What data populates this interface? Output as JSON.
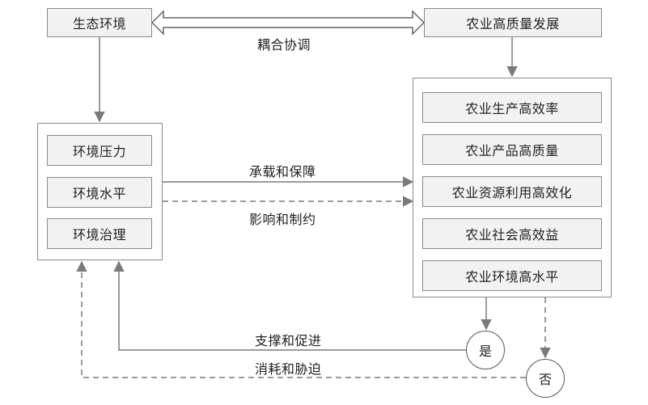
{
  "nodes": {
    "ecology": "生态环境",
    "agri_quality": "农业高质量发展",
    "env_pressure": "环境压力",
    "env_level": "环境水平",
    "env_governance": "环境治理",
    "production_efficiency": "农业生产高效率",
    "product_quality": "农业产品高质量",
    "resource_efficiency": "农业资源利用高效化",
    "social_benefit": "农业社会高效益",
    "environment_level": "农业环境高水平",
    "yes": "是",
    "no": "否"
  },
  "edges": {
    "coupling": "耦合协调",
    "support": "承载和保障",
    "influence": "影响和制约",
    "promote": "支撑和促进",
    "consume": "消耗和胁迫"
  }
}
